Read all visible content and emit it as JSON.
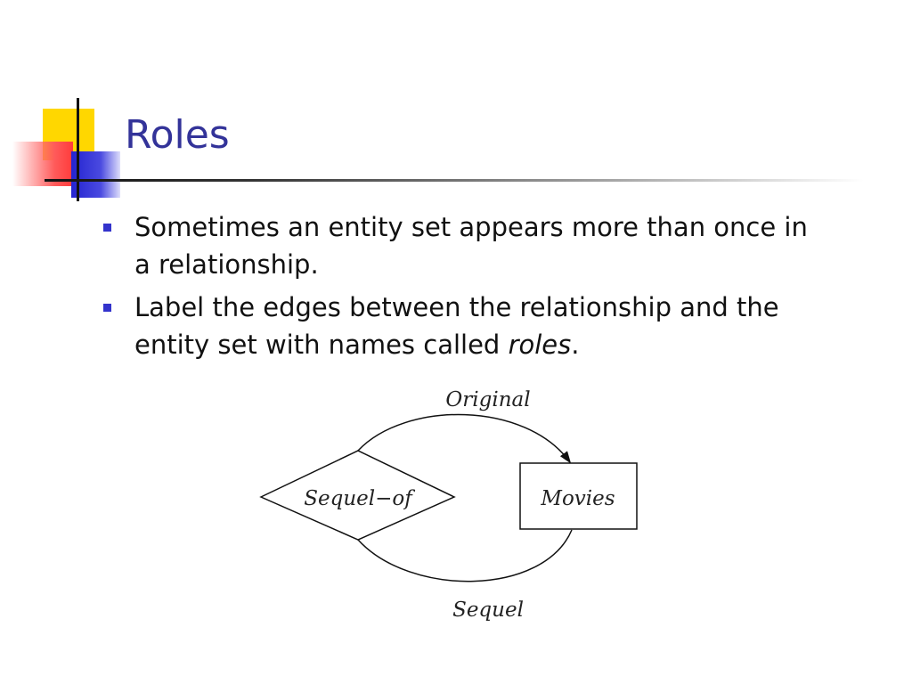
{
  "slide": {
    "title": "Roles",
    "bullets": [
      {
        "text": "Sometimes an entity set appears more than once in a relationship."
      },
      {
        "text_before": "Label the edges between the relationship and the entity set with names called ",
        "emphasis": "roles",
        "text_after": "."
      }
    ]
  },
  "diagram": {
    "relationship_label": "Sequel−of",
    "entity_label": "Movies",
    "role_top": "Original",
    "role_bottom": "Sequel"
  },
  "colors": {
    "title": "#333399",
    "bullet": "#3333cc",
    "deco_yellow": "#ffd700",
    "deco_red": "#ff3b3b",
    "deco_blue": "#2424d0"
  }
}
